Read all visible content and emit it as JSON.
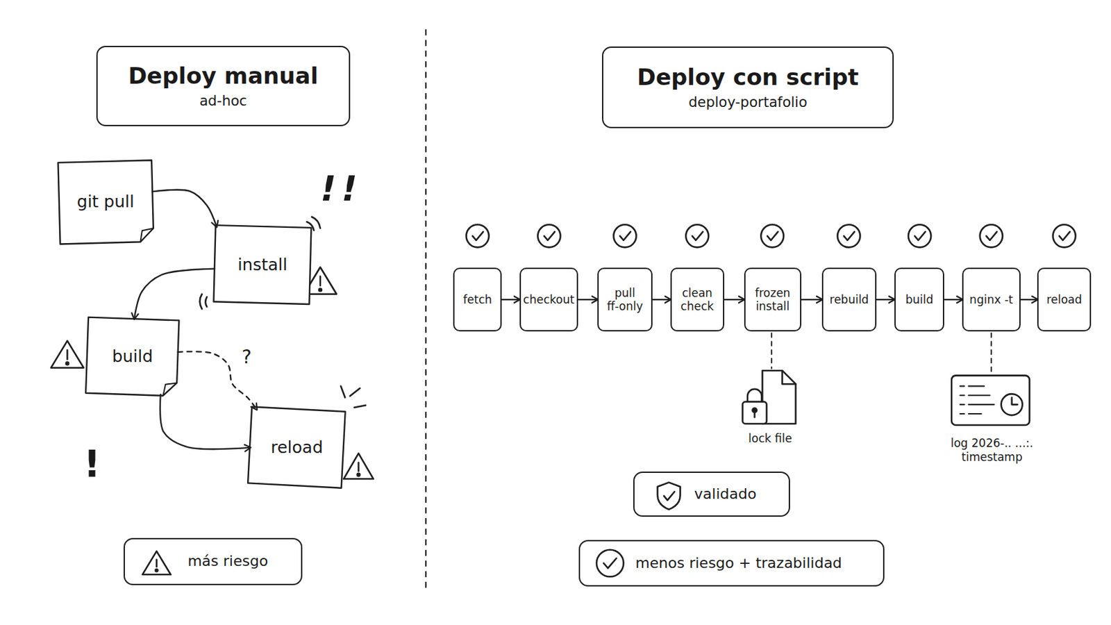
{
  "diagram": {
    "nodes": [
      {
        "text": [
          "Deploy manual",
          "ad-hoc"
        ]
      },
      {
        "text": [
          "git pull"
        ]
      },
      {
        "text": [
          "install"
        ]
      },
      {
        "text": [
          "build"
        ]
      },
      {
        "text": [
          "reload"
        ]
      },
      {
        "text": [
          "más riesgo"
        ]
      },
      {
        "text": [
          "Deploy con script",
          "deploy-portafolio"
        ]
      },
      {
        "text": [
          "fetch"
        ]
      },
      {
        "text": [
          "checkout"
        ]
      },
      {
        "text": [
          "pull ff-only"
        ]
      },
      {
        "text": [
          "clean check"
        ]
      },
      {
        "text": [
          "frozen install"
        ]
      },
      {
        "text": [
          "rebuild"
        ]
      },
      {
        "text": [
          "build"
        ]
      },
      {
        "text": [
          "nginx -t"
        ]
      },
      {
        "text": [
          "reload"
        ]
      },
      {
        "text": [
          "validado"
        ]
      },
      {
        "text": [
          "menos riesgo + trazabilidad"
        ]
      }
    ],
    "edges": [
      {
        "from": 1,
        "to": 2,
        "arrow": "to"
      },
      {
        "from": 2,
        "to": 3,
        "arrow": "to"
      },
      {
        "from": 3,
        "to": 4,
        "label": "?",
        "arrow": "to"
      },
      {
        "from": 3,
        "to": 4,
        "arrow": "to"
      },
      {
        "from": 7,
        "to": 8,
        "arrow": "to"
      },
      {
        "from": 8,
        "to": 9,
        "arrow": "to"
      },
      {
        "from": 9,
        "to": 10,
        "arrow": "to"
      },
      {
        "from": 10,
        "to": 11,
        "arrow": "to"
      },
      {
        "from": 11,
        "to": 12,
        "arrow": "to"
      },
      {
        "from": 12,
        "to": 13,
        "arrow": "to"
      },
      {
        "from": 13,
        "to": 14,
        "arrow": "to"
      },
      {
        "from": 14,
        "to": 15,
        "arrow": "to"
      }
    ],
    "labels": [
      "!!",
      "!",
      "lock file",
      "log 2026-.. ...:. timestamp"
    ]
  }
}
